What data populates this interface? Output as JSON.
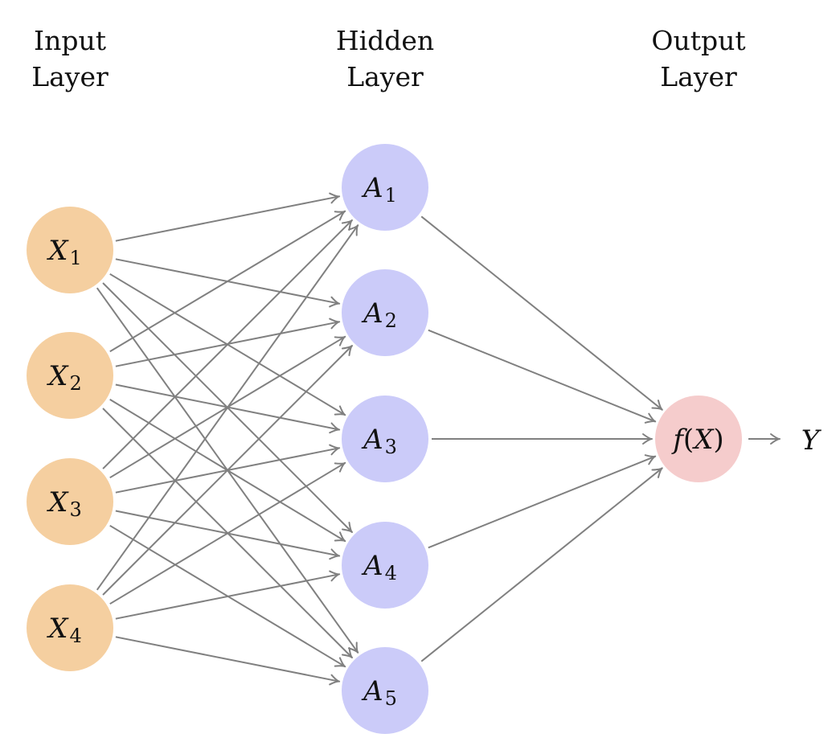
{
  "diagram": {
    "type": "neural-network",
    "layers": [
      {
        "id": "input",
        "title_line1": "Input",
        "title_line2": "Layer",
        "color": "#f5cfa0",
        "nodes": [
          {
            "id": "X1",
            "symbol": "X",
            "sub": "1"
          },
          {
            "id": "X2",
            "symbol": "X",
            "sub": "2"
          },
          {
            "id": "X3",
            "symbol": "X",
            "sub": "3"
          },
          {
            "id": "X4",
            "symbol": "X",
            "sub": "4"
          }
        ]
      },
      {
        "id": "hidden",
        "title_line1": "Hidden",
        "title_line2": "Layer",
        "color": "#cbcbf9",
        "nodes": [
          {
            "id": "A1",
            "symbol": "A",
            "sub": "1"
          },
          {
            "id": "A2",
            "symbol": "A",
            "sub": "2"
          },
          {
            "id": "A3",
            "symbol": "A",
            "sub": "3"
          },
          {
            "id": "A4",
            "symbol": "A",
            "sub": "4"
          },
          {
            "id": "A5",
            "symbol": "A",
            "sub": "5"
          }
        ]
      },
      {
        "id": "output",
        "title_line1": "Output",
        "title_line2": "Layer",
        "color": "#f5cccc",
        "nodes": [
          {
            "id": "fX",
            "symbol": "f(X)",
            "sub": ""
          }
        ]
      }
    ],
    "connections": "fully-connected input→hidden, hidden→output",
    "final_output": {
      "label": "Y"
    },
    "edge_color": "#808080"
  }
}
